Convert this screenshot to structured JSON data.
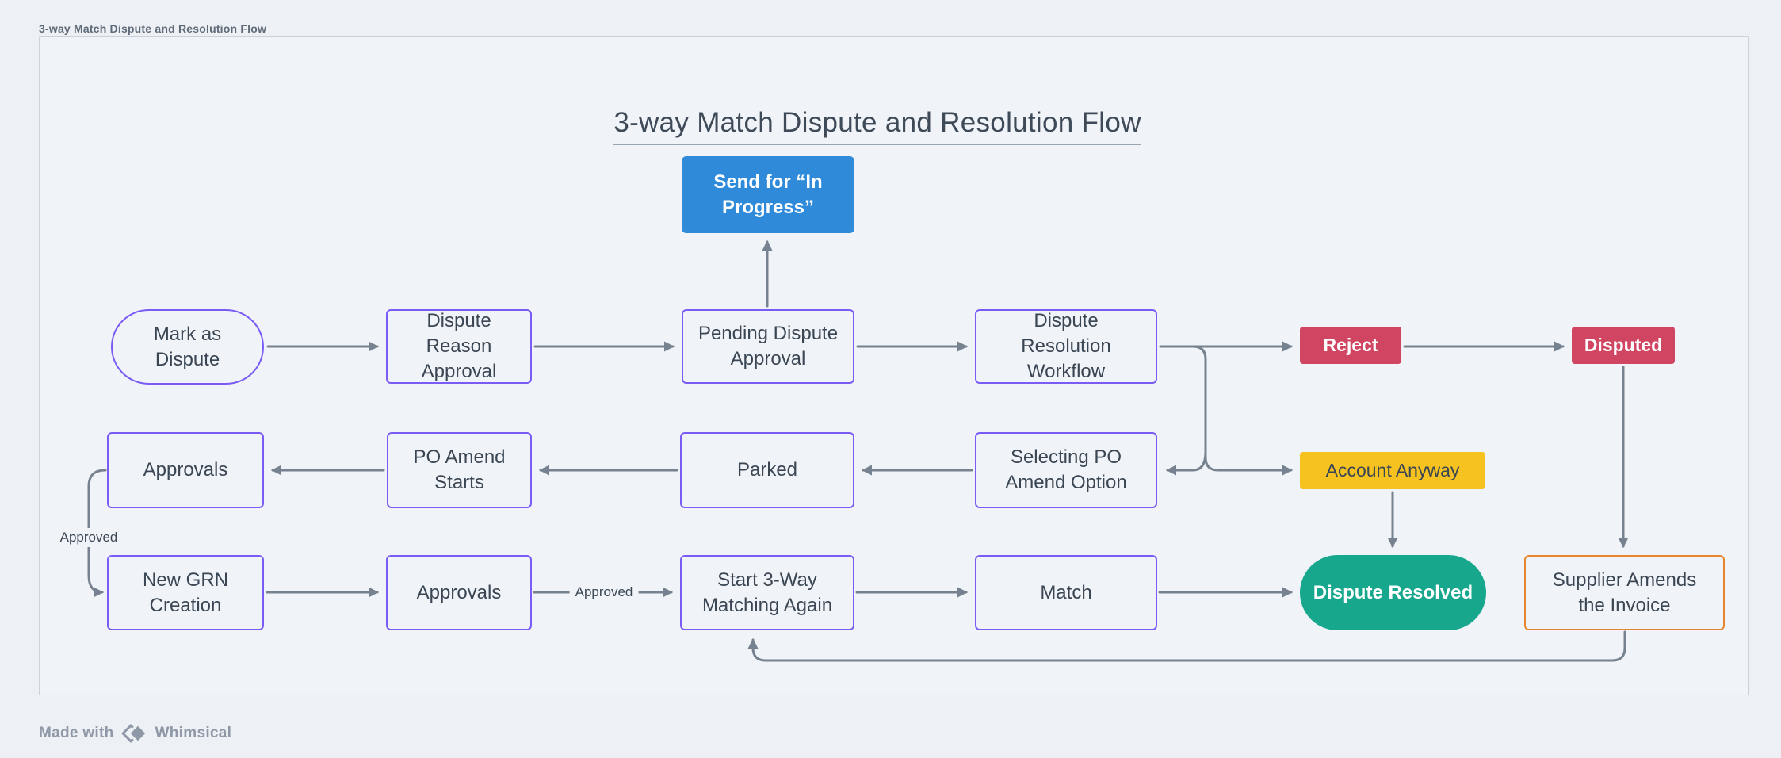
{
  "window": {
    "file_label": "3-way Match Dispute and Resolution Flow"
  },
  "diagram": {
    "title": "3-way Match Dispute and Resolution Flow",
    "nodes": {
      "send_in_progress": {
        "label": "Send for “In Progress”",
        "shape": "rect",
        "fill": "#2f8bd9",
        "text_color": "#ffffff"
      },
      "mark_as_dispute": {
        "label": "Mark as Dispute",
        "shape": "stadium",
        "border": "#7a5cf5"
      },
      "dispute_reason_approval": {
        "label": "Dispute Reason Approval",
        "shape": "rect",
        "border": "#7a5cf5"
      },
      "pending_dispute_approval": {
        "label": "Pending Dispute Approval",
        "shape": "rect",
        "border": "#7a5cf5"
      },
      "dispute_resolution_workflow": {
        "label": "Dispute Resolution Workflow",
        "shape": "rect",
        "border": "#7a5cf5"
      },
      "reject": {
        "label": "Reject",
        "shape": "rect",
        "fill": "#d04562",
        "text_color": "#ffffff"
      },
      "disputed": {
        "label": "Disputed",
        "shape": "rect",
        "fill": "#d04562",
        "text_color": "#ffffff"
      },
      "approvals_mid": {
        "label": "Approvals",
        "shape": "rect",
        "border": "#7a5cf5"
      },
      "po_amend_starts": {
        "label": "PO Amend Starts",
        "shape": "rect",
        "border": "#7a5cf5"
      },
      "parked": {
        "label": "Parked",
        "shape": "rect",
        "border": "#7a5cf5"
      },
      "selecting_po_amend_option": {
        "label": "Selecting PO Amend Option",
        "shape": "rect",
        "border": "#7a5cf5"
      },
      "account_anyway": {
        "label": "Account Anyway",
        "shape": "rect",
        "fill": "#f6c21f",
        "text_color": "#3a4653"
      },
      "new_grn_creation": {
        "label": "New GRN Creation",
        "shape": "rect",
        "border": "#7a5cf5"
      },
      "approvals_bottom": {
        "label": "Approvals",
        "shape": "rect",
        "border": "#7a5cf5"
      },
      "start_3way_matching_again": {
        "label": "Start 3-Way Matching Again",
        "shape": "rect",
        "border": "#7a5cf5"
      },
      "match": {
        "label": "Match",
        "shape": "rect",
        "border": "#7a5cf5"
      },
      "dispute_resolved": {
        "label": "Dispute Resolved",
        "shape": "stadium",
        "fill": "#16a78c",
        "text_color": "#ffffff"
      },
      "supplier_amends_invoice": {
        "label": "Supplier Amends the Invoice",
        "shape": "rect",
        "border": "#e8862f"
      }
    },
    "edge_labels": {
      "approvals_to_new_grn": "Approved",
      "approvals_to_matching": "Approved"
    },
    "colors": {
      "background": "#edf0f4",
      "panel": "#f0f3f7",
      "panel_border": "#c9d1db",
      "node_border_purple": "#7a5cf5",
      "accent_blue": "#2f8bd9",
      "accent_red": "#d04562",
      "accent_yellow": "#f6c21f",
      "accent_teal": "#16a78c",
      "accent_orange": "#e8862f",
      "connector_gray": "#76828f",
      "ink": "#3a4653"
    }
  },
  "footer": {
    "made_with": "Made with",
    "brand": "Whimsical"
  }
}
